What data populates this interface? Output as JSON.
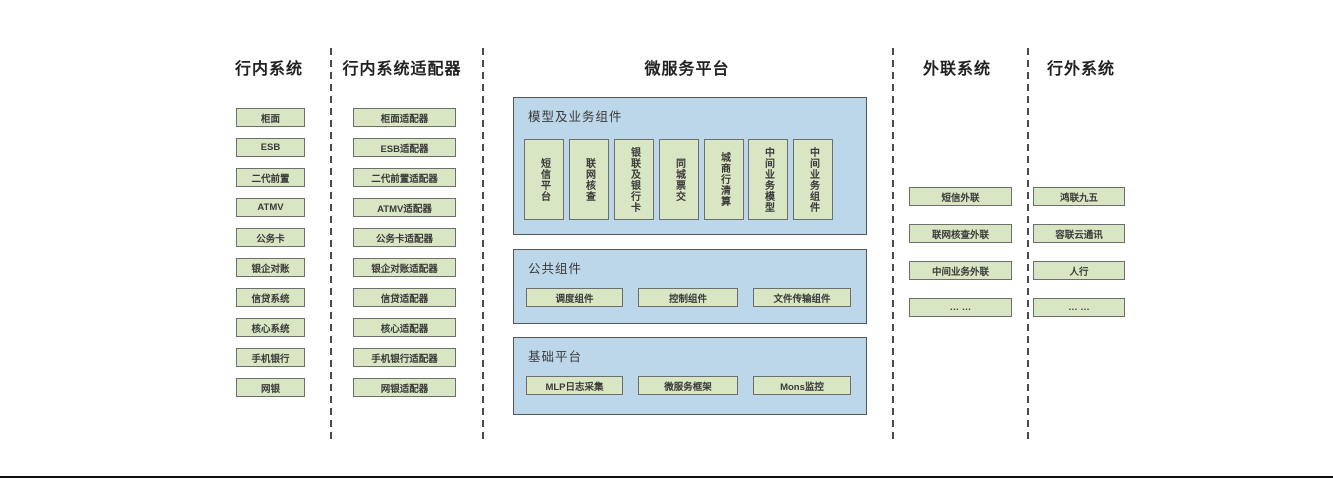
{
  "colors": {
    "green_fill": "#d9e6c3",
    "green_border": "#6e6e6e",
    "blue_fill": "#bdd7ea",
    "blue_border": "#555555"
  },
  "diagram": {
    "columns": [
      {
        "title": "行内系统",
        "items": [
          "柜面",
          "ESB",
          "二代前置",
          "ATMV",
          "公务卡",
          "银企对账",
          "信贷系统",
          "核心系统",
          "手机银行",
          "网银"
        ]
      },
      {
        "title": "行内系统适配器",
        "items": [
          "柜面适配器",
          "ESB适配器",
          "二代前置适配器",
          "ATMV适配器",
          "公务卡适配器",
          "银企对账适配器",
          "信贷适配器",
          "核心适配器",
          "手机银行适配器",
          "网银适配器"
        ]
      },
      {
        "title": "微服务平台",
        "sections": [
          {
            "label": "模型及业务组件",
            "items": [
              "短信平台",
              "联网核查",
              "银联及银行卡",
              "同城票交",
              "城商行清算",
              "中间业务模型",
              "中间业务组件"
            ]
          },
          {
            "label": "公共组件",
            "items": [
              "调度组件",
              "控制组件",
              "文件传输组件"
            ]
          },
          {
            "label": "基础平台",
            "items": [
              "MLP日志采集",
              "微服务框架",
              "Mons监控"
            ]
          }
        ]
      },
      {
        "title": "外联系统",
        "items": [
          "短信外联",
          "联网核查外联",
          "中间业务外联",
          "… …"
        ]
      },
      {
        "title": "行外系统",
        "items": [
          "鸿联九五",
          "容联云通讯",
          "人行",
          "… …"
        ]
      }
    ]
  }
}
